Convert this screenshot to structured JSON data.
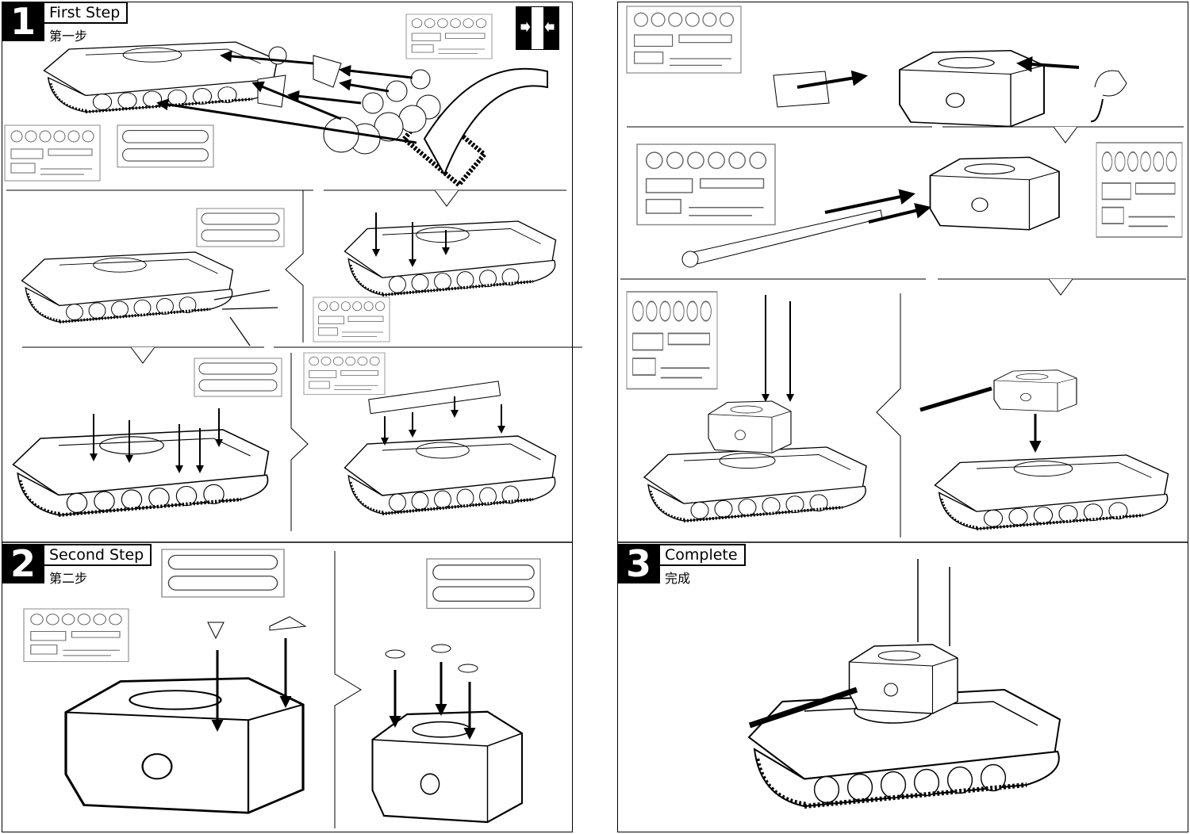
{
  "steps": [
    {
      "number": "1",
      "title": "First Step",
      "subtitle": "第一步"
    },
    {
      "number": "2",
      "title": "Second Step",
      "subtitle": "第二步"
    },
    {
      "number": "3",
      "title": "Complete",
      "subtitle": "完成"
    }
  ],
  "icons": {
    "fold_symbol": "fold-inward-arrows-icon"
  }
}
